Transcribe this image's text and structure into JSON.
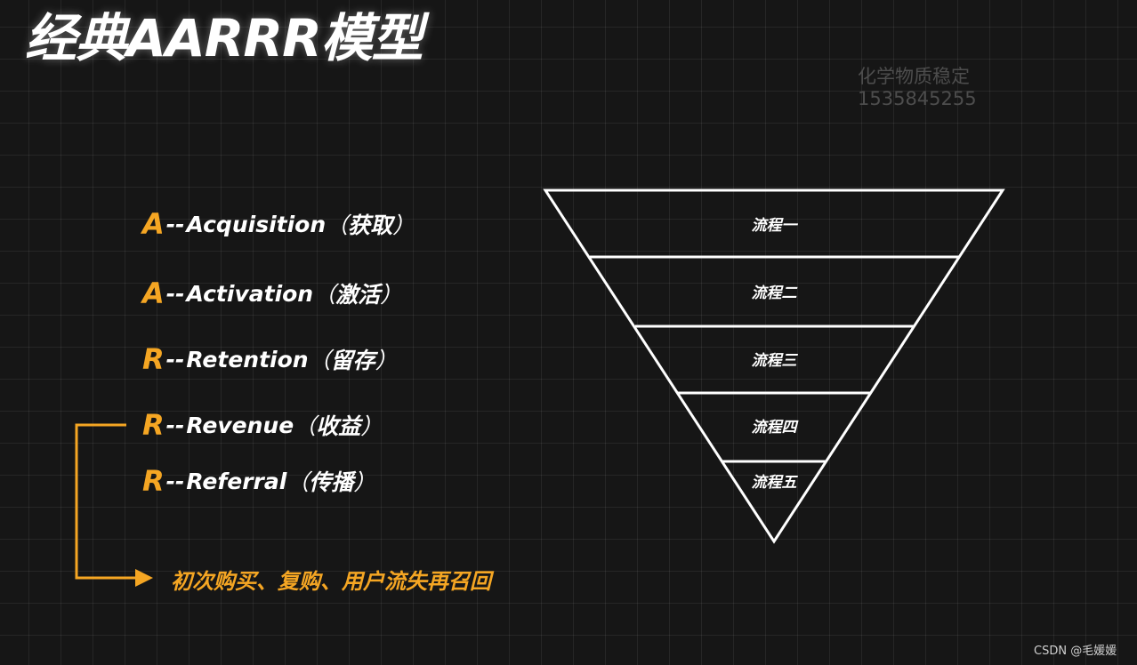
{
  "title": "经典AARRR模型",
  "watermark": {
    "line1": "化学物质稳定",
    "line2": "1535845255"
  },
  "stages": [
    {
      "letter": "A",
      "dash": "--",
      "name": "Acquisition",
      "paren_open": "（",
      "cn": "获取",
      "paren_close": "）"
    },
    {
      "letter": "A",
      "dash": "--",
      "name": "Activation",
      "paren_open": "（",
      "cn": "激活",
      "paren_close": "）"
    },
    {
      "letter": "R",
      "dash": "--",
      "name": "Retention",
      "paren_open": "（",
      "cn": "留存",
      "paren_close": "）"
    },
    {
      "letter": "R",
      "dash": "--",
      "name": "Revenue",
      "paren_open": "（",
      "cn": "收益",
      "paren_close": "）"
    },
    {
      "letter": "R",
      "dash": "--",
      "name": "Referral",
      "paren_open": "（",
      "cn": "传播",
      "paren_close": "）"
    }
  ],
  "revenue_note": "初次购买、复购、用户流失再召回",
  "funnel_levels": [
    "流程一",
    "流程二",
    "流程三",
    "流程四",
    "流程五"
  ],
  "credit": "CSDN @毛媛媛",
  "colors": {
    "accent": "#f5a623",
    "background": "#161616",
    "grid": "#2a2a2a",
    "text": "#ffffff"
  }
}
